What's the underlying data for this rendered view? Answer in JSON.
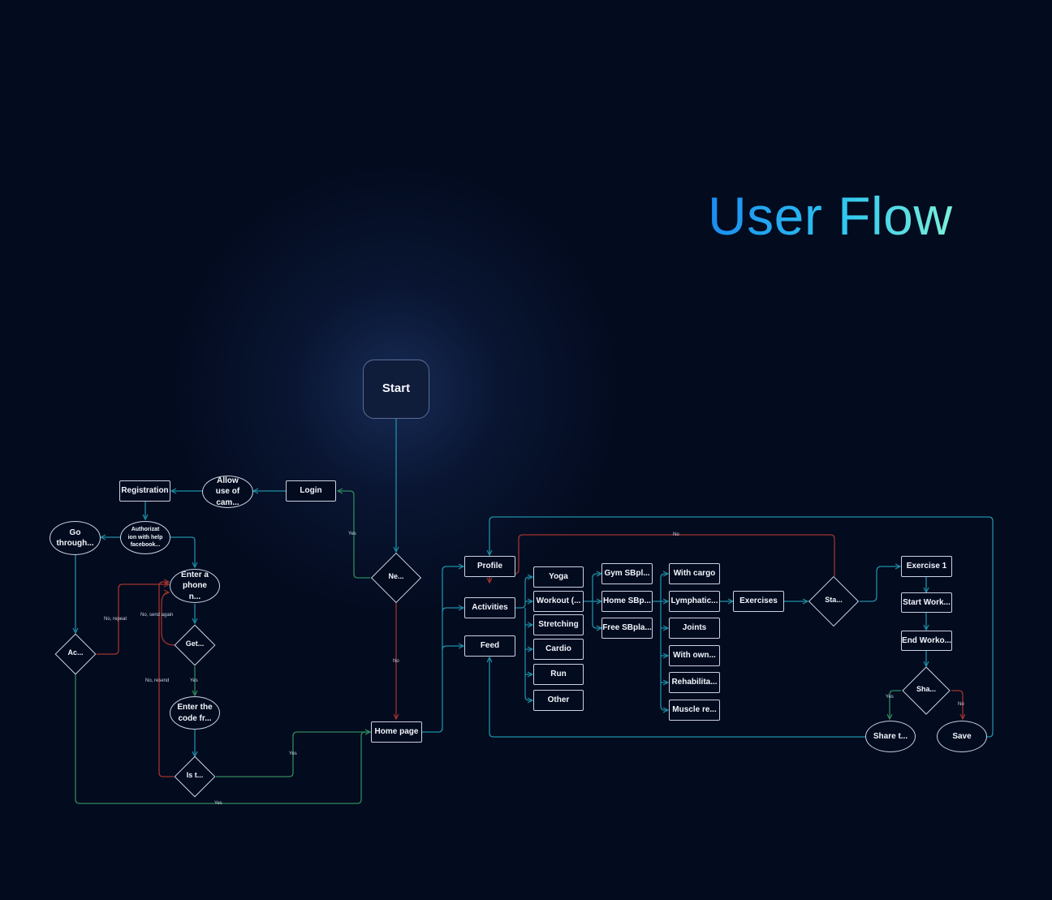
{
  "title": "User Flow",
  "colors": {
    "teal": "#1f8fa6",
    "red": "#a2332c",
    "green": "#2e8a5c",
    "title_from": "#1a8cf0",
    "title_to": "#7af0d8"
  },
  "nodes": {
    "start": "Start",
    "login": "Login",
    "allow_camera": "Allow use of cam...",
    "registration": "Registration",
    "authorization_facebook": "Authorizat ion with help facebook...",
    "go_through": "Go through...",
    "enter_phone": "Enter a phone n...",
    "enter_code": "Enter the code fr...",
    "home_page": "Home page",
    "profile": "Profile",
    "activities": "Activities",
    "feed": "Feed",
    "yoga": "Yoga",
    "workout": "Workout (...",
    "stretching": "Stretching",
    "cardio": "Cardio",
    "run": "Run",
    "other": "Other",
    "gym": "Gym SBpl...",
    "home_sb": "Home SBp...",
    "free_sb": "Free SBpla...",
    "with_cargo": "With cargo",
    "lymphatic": "Lymphatic...",
    "joints": "Joints",
    "with_own": "With own...",
    "rehabilitation": "Rehabilita...",
    "muscle": "Muscle re...",
    "exercises": "Exercises",
    "exercise1": "Exercise 1",
    "start_workout": "Start Work...",
    "end_workout": "End Worko...",
    "share": "Share t...",
    "save": "Save"
  },
  "decisions": {
    "new_user": "Ne...",
    "get_code": "Get...",
    "account": "Ac...",
    "is_correct": "Is t...",
    "start_workout": "Sta...",
    "share_q": "Sha..."
  },
  "edge_labels": {
    "yes_login": "Yes",
    "no_home": "No",
    "no_repeat": "No, repeat",
    "no_send_again": "No, send again",
    "yes_code": "Yes",
    "no_resend": "No, resend",
    "yes_home": "Yes",
    "yes_bottom": "Yes",
    "no_profile": "No",
    "yes_share": "Yes",
    "no_save": "No"
  }
}
